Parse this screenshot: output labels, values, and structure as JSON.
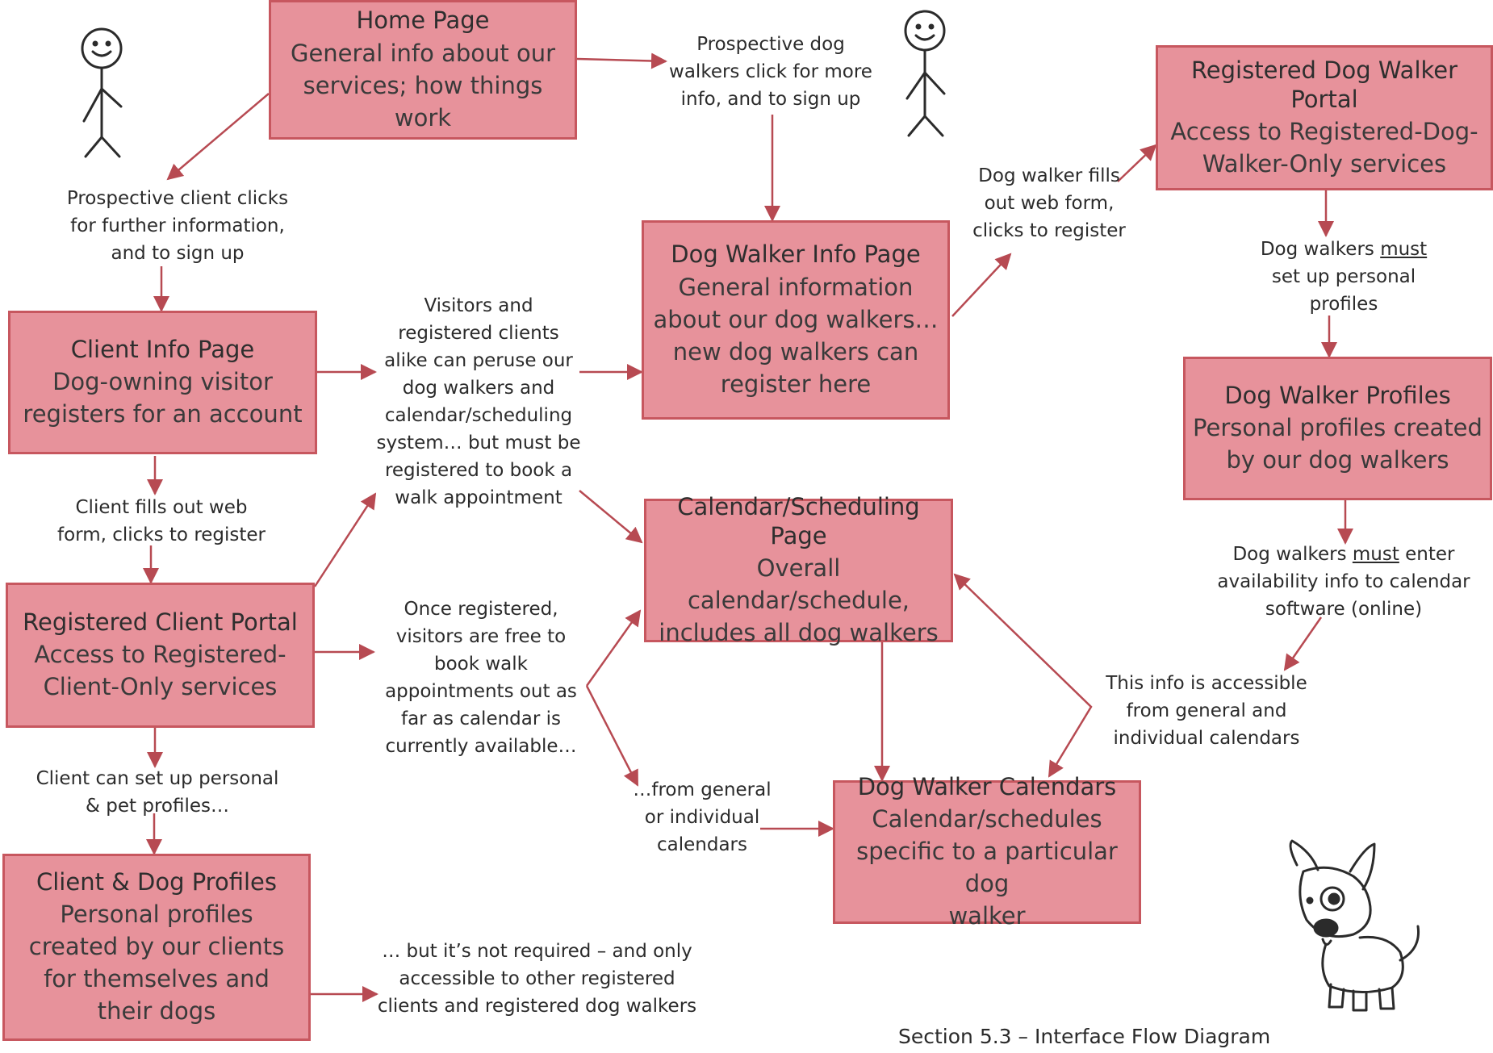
{
  "colors": {
    "box_fill": "#e7929b",
    "box_border": "#c7575f",
    "arrow": "#b74a52"
  },
  "boxes": {
    "home": {
      "title": "Home Page",
      "body": "General info about our\nservices; how things work"
    },
    "client_info": {
      "title": "Client Info Page",
      "body": "Dog-owning visitor\nregisters for an account"
    },
    "registered_client": {
      "title": "Registered Client Portal",
      "body": "Access to Registered-\nClient-Only services"
    },
    "client_dog_profiles": {
      "title": "Client & Dog Profiles",
      "body": "Personal profiles\ncreated by our clients\nfor themselves and\ntheir dogs"
    },
    "dog_walker_info": {
      "title": "Dog Walker Info Page",
      "body": "General information\nabout our dog walkers…\nnew dog walkers can\nregister here"
    },
    "calendar": {
      "title": "Calendar/Scheduling Page",
      "body": "Overall calendar/schedule,\nincludes all dog walkers"
    },
    "walker_calendars": {
      "title": "Dog Walker Calendars",
      "body": "Calendar/schedules\nspecific to a particular dog\nwalker"
    },
    "registered_walker": {
      "title": "Registered Dog Walker Portal",
      "body": "Access to Registered-Dog-\nWalker-Only services"
    },
    "walker_profiles": {
      "title": "Dog Walker Profiles",
      "body": "Personal profiles created\nby our dog walkers"
    }
  },
  "notes": {
    "prospective_client": "Prospective client clicks\nfor further information,\nand to sign up",
    "prospective_walkers": "Prospective dog\nwalkers click for more\ninfo, and to sign up",
    "client_fills_form": "Client fills out web\nform, clicks to register",
    "client_setup_profiles": "Client can set up personal\n& pet profiles…",
    "visitors_peruse": "Visitors and\nregistered clients\nalike can peruse our\ndog walkers and\ncalendar/scheduling\nsystem… but must be\nregistered to book a\nwalk appointment",
    "once_registered": "Once registered,\nvisitors are free to\nbook walk\nappointments out as\nfar as calendar is\ncurrently available…",
    "from_general": "…from general\nor individual\ncalendars",
    "not_required": "… but it’s not required – and only\naccessible to other registered\nclients and registered dog walkers",
    "walker_fills_form": "Dog walker fills\nout web form,\nclicks to register",
    "walkers_must_profiles": {
      "before": "Dog walkers ",
      "emph": "must",
      "after": "\nset up personal\nprofiles"
    },
    "walkers_must_availability": {
      "before": "Dog walkers ",
      "emph": "must",
      "after": " enter\navailability info to calendar\nsoftware (online)"
    },
    "info_accessible": "This info is accessible\nfrom general and\nindividual calendars"
  },
  "caption": "Section 5.3 – Interface Flow Diagram"
}
